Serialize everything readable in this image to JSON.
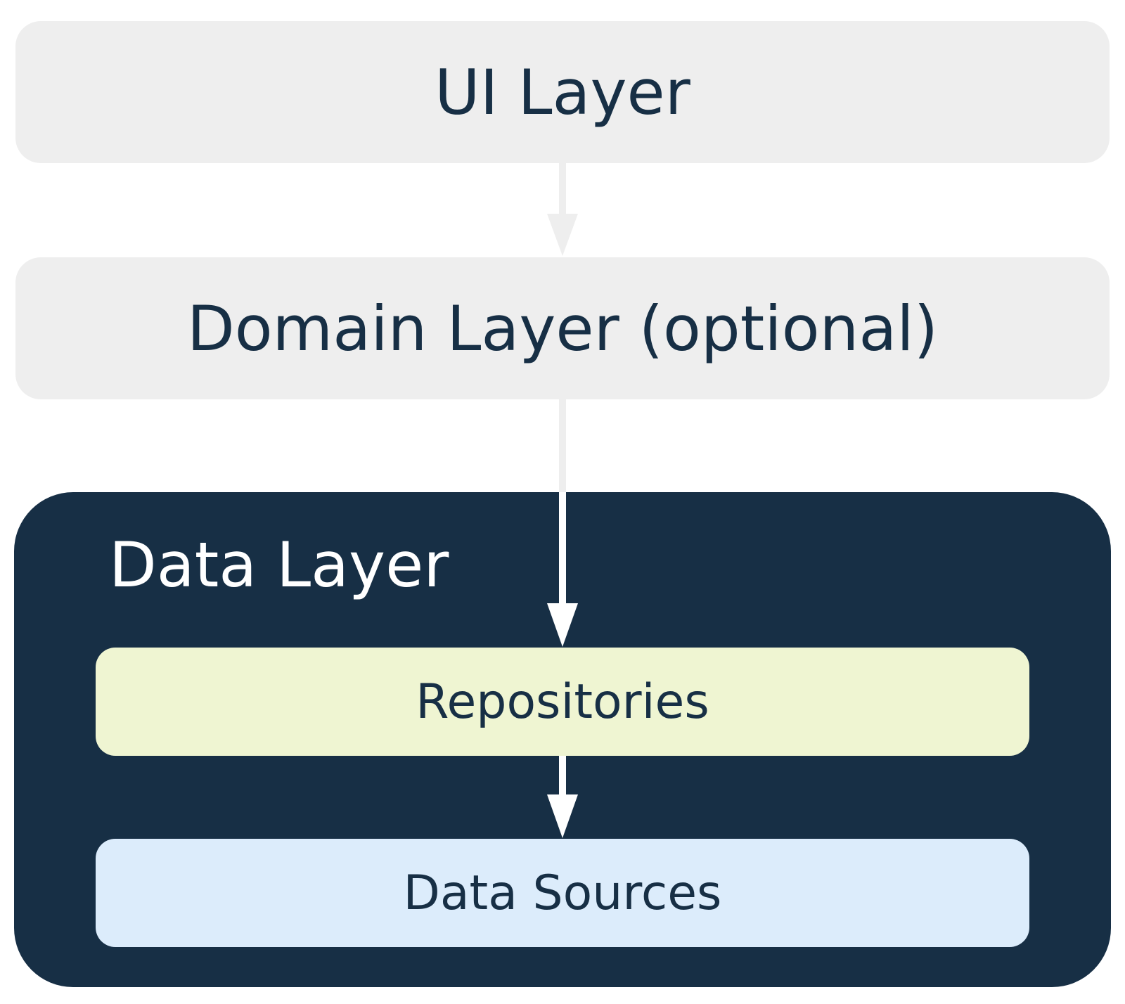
{
  "layers": {
    "ui": "UI Layer",
    "domain": "Domain Layer (optional)",
    "data": "Data Layer",
    "repositories": "Repositories",
    "data_sources": "Data Sources"
  },
  "colors": {
    "light_box": "#eeeeee",
    "dark_box": "#172f45",
    "repositories_fill": "#eff5d2",
    "data_sources_fill": "#dcecfb",
    "text_dark": "#172f45",
    "text_light": "#ffffff"
  }
}
